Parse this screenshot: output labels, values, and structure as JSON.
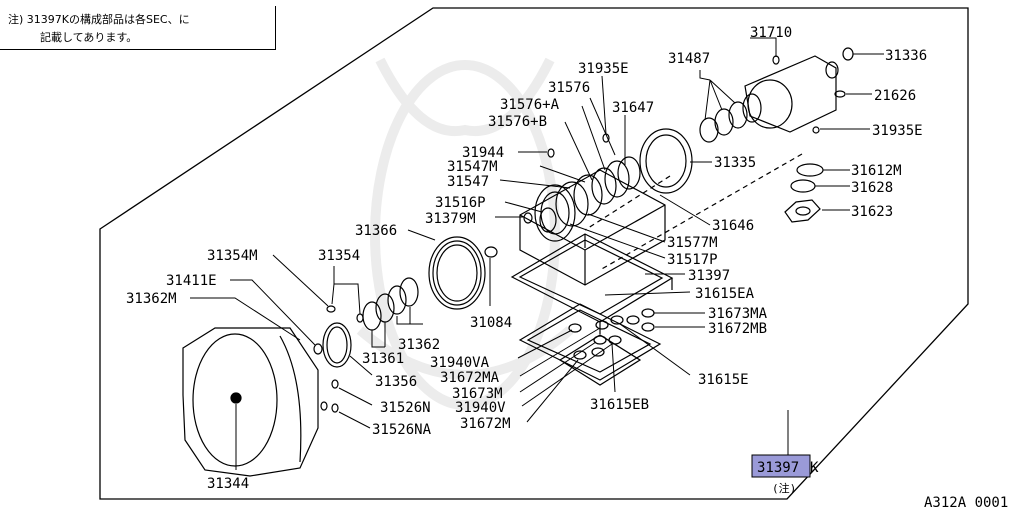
{
  "note": {
    "line1": "注) 31397Kの構成部品は各SEC、に",
    "line2": "記載してあります。"
  },
  "kit": {
    "code": "31397",
    "suffix": "K",
    "note": "(注)",
    "highlight_color": "#9a9ad8"
  },
  "diagram_ref": "A312A 0001",
  "labels": {
    "p31710": "31710",
    "p31336": "31336",
    "p31935E_top": "31935E",
    "p31487": "31487",
    "p31576": "31576",
    "p21626": "21626",
    "p31576A": "31576+A",
    "p31647": "31647",
    "p31935E_right": "31935E",
    "p31576B": "31576+B",
    "p31944": "31944",
    "p31335": "31335",
    "p31547M": "31547M",
    "p31612M": "31612M",
    "p31547": "31547",
    "p31628": "31628",
    "p31516P": "31516P",
    "p31623": "31623",
    "p31379M": "31379M",
    "p31646": "31646",
    "p31366": "31366",
    "p31577M": "31577M",
    "p31517P": "31517P",
    "p31354M": "31354M",
    "p31354": "31354",
    "p31397": "31397",
    "p31411E": "31411E",
    "p31615EA": "31615EA",
    "p31362M": "31362M",
    "p31673MA": "31673MA",
    "p31084": "31084",
    "p31672MB": "31672MB",
    "p31362": "31362",
    "p31361": "31361",
    "p31940VA": "31940VA",
    "p31672MA": "31672MA",
    "p31615E": "31615E",
    "p31356": "31356",
    "p31673M": "31673M",
    "p31615EB": "31615EB",
    "p31940V": "31940V",
    "p31526N": "31526N",
    "p31672M": "31672M",
    "p31526NA": "31526NA",
    "p31344": "31344"
  }
}
